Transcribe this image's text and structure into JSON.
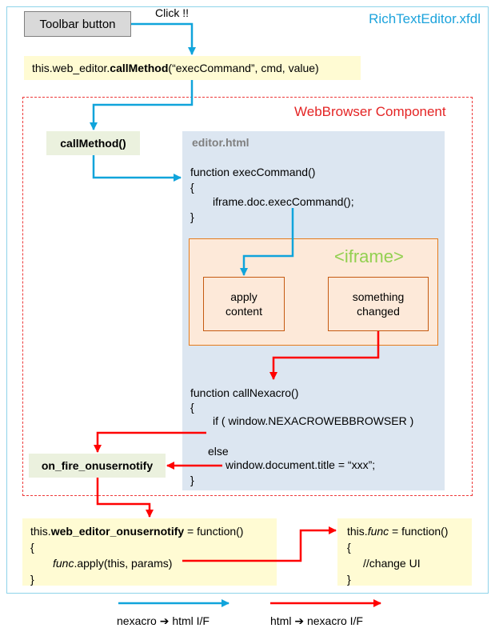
{
  "frame_title": "RichTextEditor.xfdl",
  "toolbar_button": "Toolbar button",
  "click_label": "Click !!",
  "call_line": {
    "prefix": "this.web_editor.",
    "bold": "callMethod",
    "suffix": "(“execCommand”,  cmd,  value)"
  },
  "webbrowser_title": "WebBrowser Component",
  "callmethod_box": "callMethod()",
  "editor": {
    "title": "editor.html",
    "exec_lines": [
      "function execCommand()",
      "{",
      "iframe.doc.execCommand();",
      "}"
    ],
    "iframe_label": "<iframe>",
    "apply_box": [
      "apply",
      "content"
    ],
    "something_box": [
      "something",
      "changed"
    ],
    "nexacro_lines": [
      "function callNexacro()",
      "{",
      "if ( window.NEXACROWEBBROWSER  )",
      "else",
      "window.document.title  =  “xxx”;",
      "}"
    ]
  },
  "onfire_box": "on_fire_onusernotify",
  "onuser_box": {
    "prefix": "this.",
    "bold": "web_editor_onusernotify",
    "suffix": "  = function()",
    "open": "{",
    "func_italic": "func",
    "func_rest": ".apply(this, params)",
    "close": "}"
  },
  "func_box": {
    "prefix": "this.",
    "italic": "func",
    "suffix": " = function()",
    "open": "{",
    "comment": "//change UI",
    "close": "}"
  },
  "legend": {
    "blue_label": "nexacro ➔ html I/F",
    "red_label": "html ➔ nexacro I/F"
  },
  "colors": {
    "blue_arrow": "#10a4db",
    "red_arrow": "#ff0000",
    "outer_border": "#8fd3ea",
    "dashed_border": "#ee3a3a",
    "editor_bg": "#dce6f1",
    "iframe_bg": "#fde9d9",
    "yellow_bg": "#fffbd3",
    "green_bg": "#ebf1de"
  }
}
